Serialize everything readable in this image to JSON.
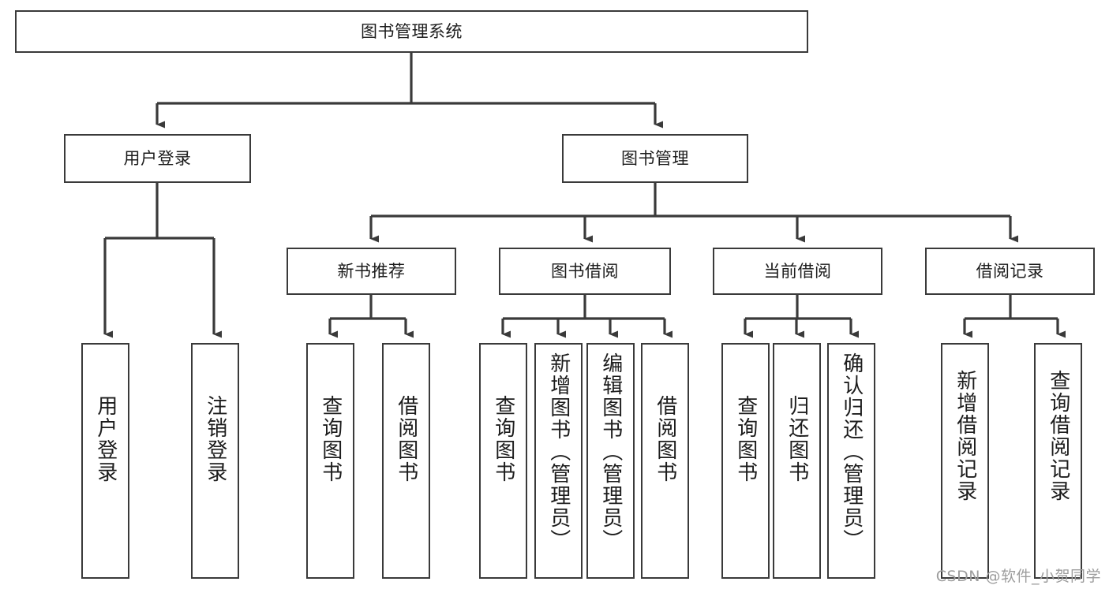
{
  "diagram": {
    "type": "hierarchy-tree",
    "title": "图书管理系统",
    "root": {
      "id": "root",
      "label": "图书管理系统",
      "orientation": "horizontal"
    },
    "level2": [
      {
        "id": "user-login",
        "label": "用户登录",
        "orientation": "horizontal"
      },
      {
        "id": "book-manage",
        "label": "图书管理",
        "orientation": "horizontal"
      }
    ],
    "level3": [
      {
        "id": "new-book-rec",
        "label": "新书推荐",
        "orientation": "horizontal",
        "parent": "book-manage"
      },
      {
        "id": "book-borrow",
        "label": "图书借阅",
        "orientation": "horizontal",
        "parent": "book-manage"
      },
      {
        "id": "current-borrow",
        "label": "当前借阅",
        "orientation": "horizontal",
        "parent": "book-manage"
      },
      {
        "id": "borrow-record",
        "label": "借阅记录",
        "orientation": "horizontal",
        "parent": "book-manage"
      }
    ],
    "leaves": [
      {
        "id": "leaf-user-login",
        "label": "用户登录",
        "parent": "user-login"
      },
      {
        "id": "leaf-user-logout",
        "label": "注销登录",
        "parent": "user-login"
      },
      {
        "id": "leaf-query-book-1",
        "label": "查询图书",
        "parent": "new-book-rec"
      },
      {
        "id": "leaf-borrow-book-1",
        "label": "借阅图书",
        "parent": "new-book-rec"
      },
      {
        "id": "leaf-query-book-2",
        "label": "查询图书",
        "parent": "book-borrow"
      },
      {
        "id": "leaf-add-book",
        "label": "新增图书（管理员）",
        "parent": "book-borrow"
      },
      {
        "id": "leaf-edit-book",
        "label": "编辑图书（管理员）",
        "parent": "book-borrow"
      },
      {
        "id": "leaf-borrow-book-2",
        "label": "借阅图书",
        "parent": "book-borrow"
      },
      {
        "id": "leaf-query-book-3",
        "label": "查询图书",
        "parent": "current-borrow"
      },
      {
        "id": "leaf-return-book",
        "label": "归还图书",
        "parent": "current-borrow"
      },
      {
        "id": "leaf-confirm-return",
        "label": "确认归还（管理员）",
        "parent": "current-borrow"
      },
      {
        "id": "leaf-add-record",
        "label": "新增借阅记录",
        "parent": "borrow-record"
      },
      {
        "id": "leaf-query-record",
        "label": "查询借阅记录",
        "parent": "borrow-record"
      }
    ]
  },
  "watermark": {
    "text": "CSDN @软件_小贺同学"
  },
  "colors": {
    "box_border": "#3a3a3a",
    "box_fill": "#ffffff",
    "connector": "#3a3a3a",
    "text": "#1c1c1c",
    "watermark": "#9d9d9d",
    "background": "#ffffff"
  }
}
